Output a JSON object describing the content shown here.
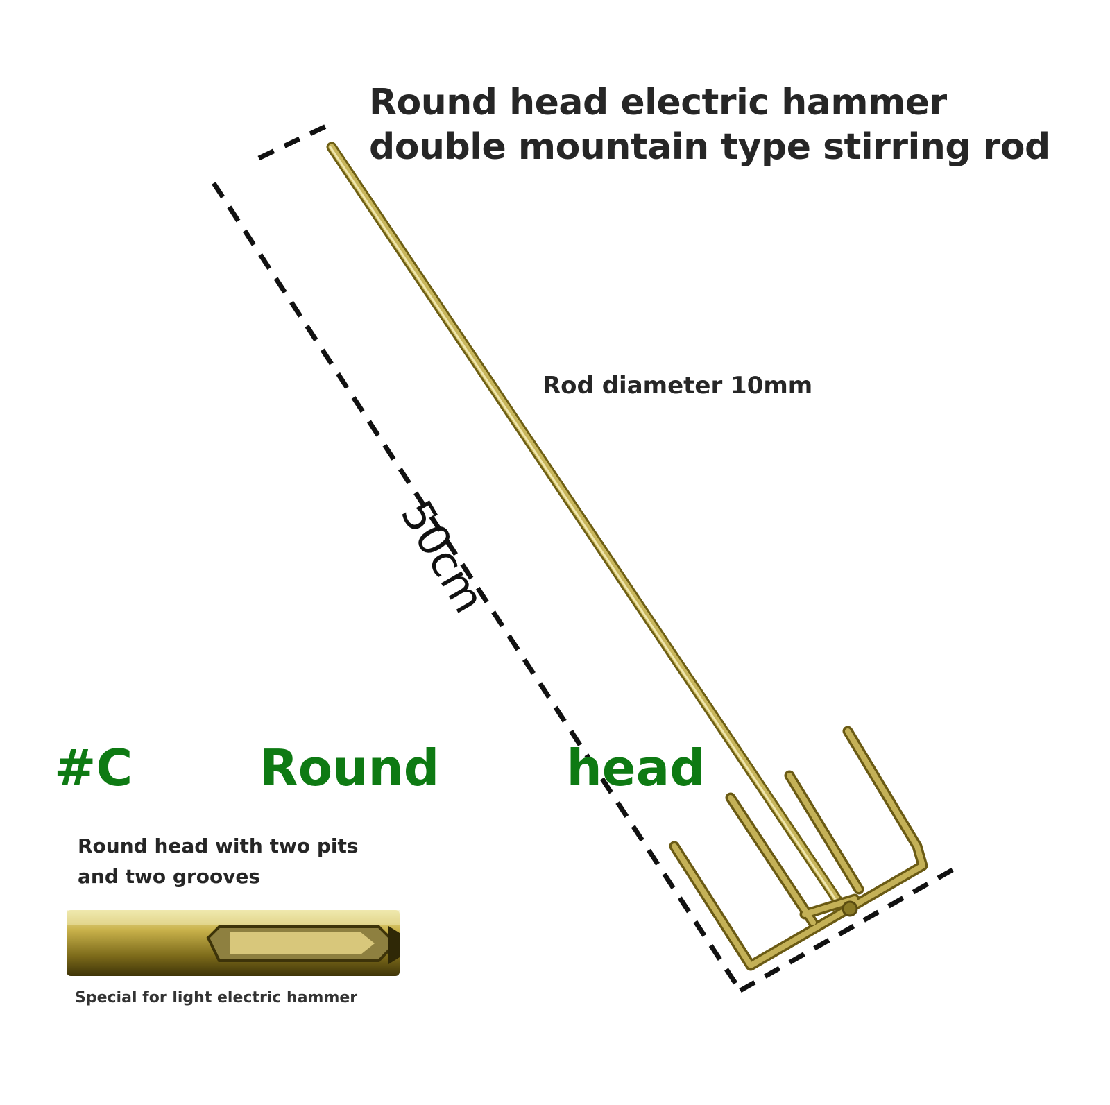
{
  "product": {
    "title_line1": "Round head electric hammer",
    "title_line2": "double mountain type stirring rod",
    "rod_diameter": "Rod diameter 10mm",
    "length": "50cm",
    "variant": "#C   Round   head",
    "head_description": "Round head with two pits and two grooves",
    "special_note": "Special for light electric hammer"
  },
  "colors": {
    "variant_text": "#0e7a13",
    "rod": "#b7a23a",
    "dashed_line": "#111111"
  }
}
